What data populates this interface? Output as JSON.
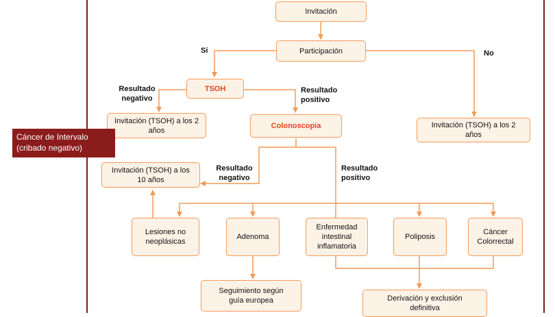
{
  "nodes": {
    "invitacion": "Invitación",
    "participacion": "Participación",
    "tsoh": "TSOH",
    "colonoscopia": "Colonoscopia",
    "inv_tsoh_2_left": "Invitación (TSOH) a los 2 años",
    "inv_tsoh_2_right": "Invitación (TSOH) a los 2 años",
    "inv_tsoh_10": "Invitación (TSOH) a los 10 años",
    "lesiones": "Lesiones no neoplásicas",
    "adenoma": "Adenoma",
    "eii": "Enfermedad intestinal inflamatoria",
    "poliposis": "Poliposis",
    "ccr": "Cáncer Colorrectal",
    "seguimiento": "Seguimiento según guía europea",
    "derivacion": "Derivación y exclusión definitiva"
  },
  "edge_labels": {
    "si": "Si",
    "no": "No",
    "tsoh_neg_1": "Resultado",
    "tsoh_neg_2": "negativo",
    "tsoh_pos_1": "Resultado",
    "tsoh_pos_2": "positivo",
    "col_neg_1": "Resultado",
    "col_neg_2": "negativo",
    "col_pos_1": "Resultado",
    "col_pos_2": "positivo"
  },
  "callout": {
    "line1": "Cáncer de Intervalo",
    "line2": "(cribado negativo)"
  },
  "colors": {
    "box_fill": "#fdf2e6",
    "box_border": "#f29a55",
    "edge": "#f29a55",
    "highlight_text": "#e8431c",
    "callout_bg": "#8b1c1c"
  }
}
